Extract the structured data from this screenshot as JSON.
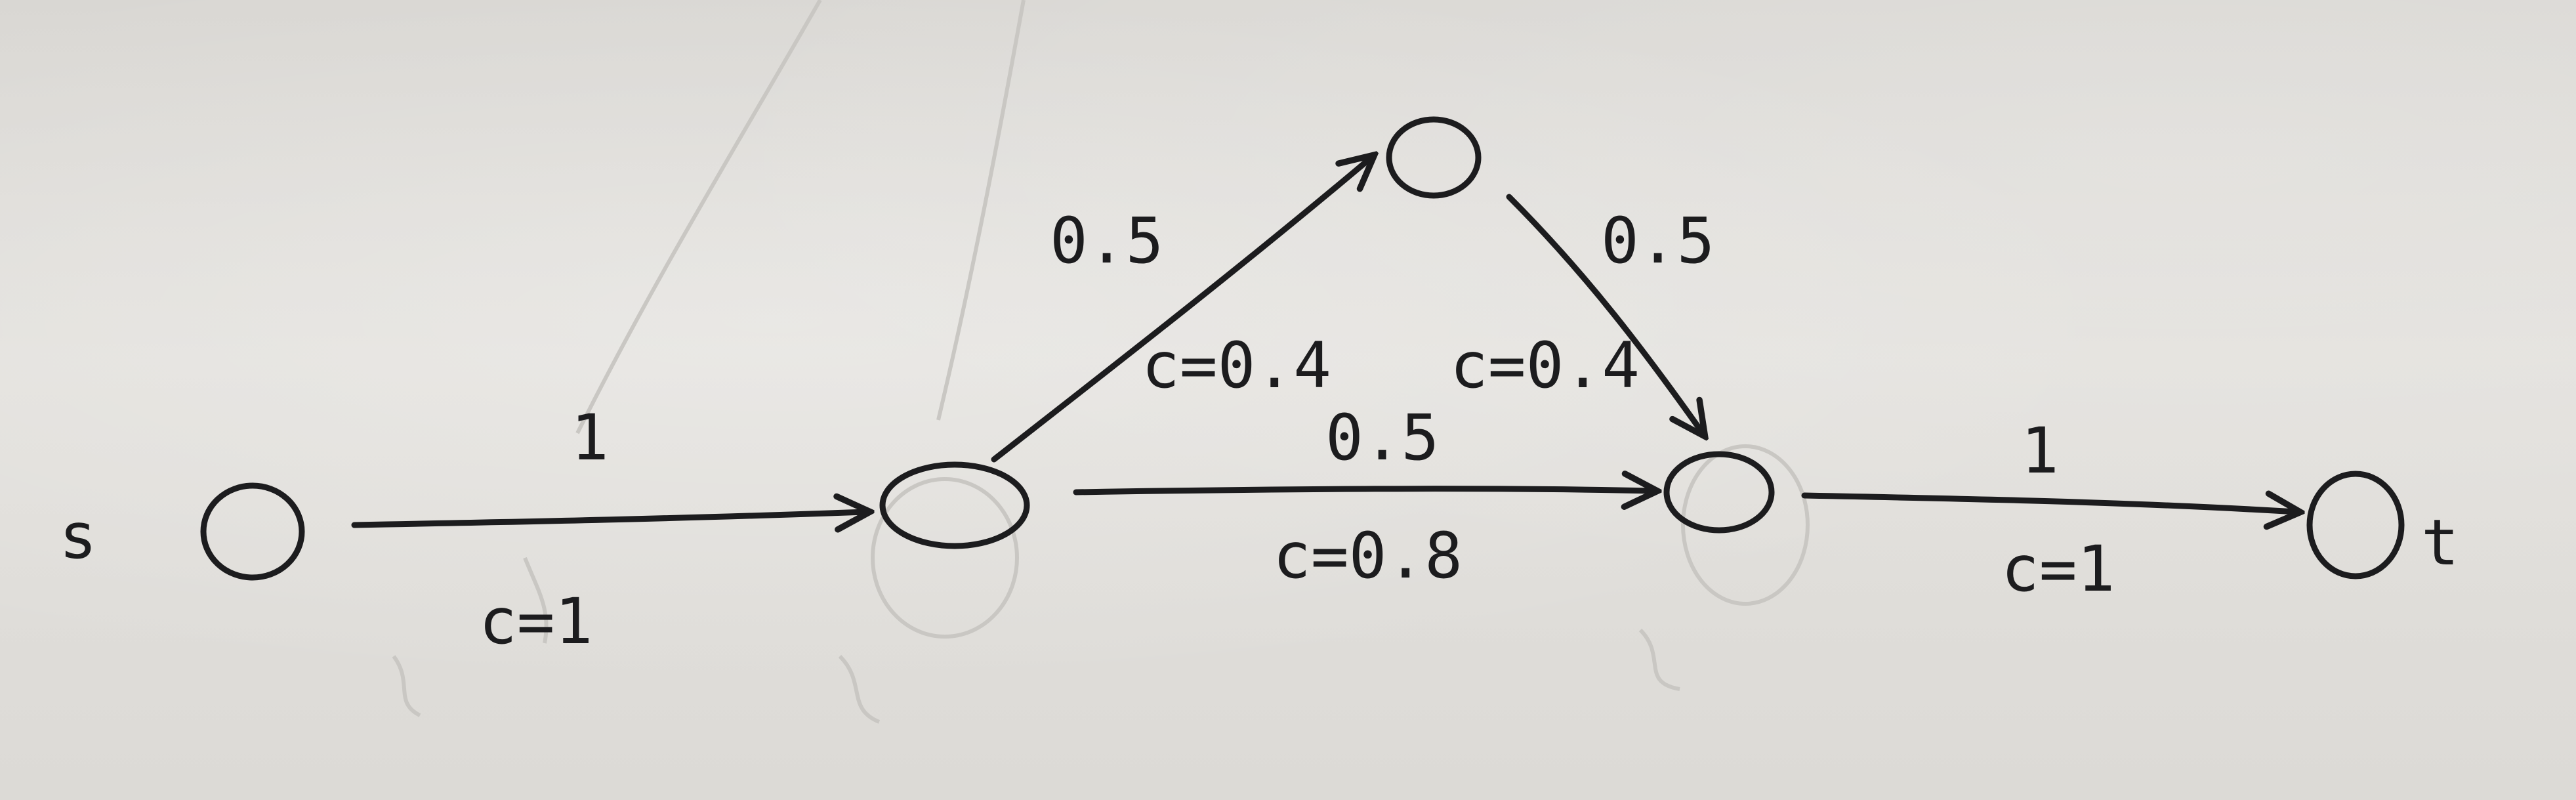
{
  "colors": {
    "paper": "#dedcd8",
    "ink": "#1c1c1e",
    "ghost": "#c9c7c3"
  },
  "nodes": [
    {
      "id": "s",
      "label": "s"
    },
    {
      "id": "a",
      "label": ""
    },
    {
      "id": "b",
      "label": ""
    },
    {
      "id": "c",
      "label": ""
    },
    {
      "id": "t",
      "label": "t"
    }
  ],
  "edges": [
    {
      "id": "s-a",
      "from": "s",
      "to": "a",
      "top_label": "1",
      "bottom_label": "c=1"
    },
    {
      "id": "a-b",
      "from": "a",
      "to": "b",
      "top_label": "0.5",
      "bottom_label": "c=0.4"
    },
    {
      "id": "b-c",
      "from": "b",
      "to": "c",
      "top_label": "0.5",
      "bottom_label": "c=0.4"
    },
    {
      "id": "a-c",
      "from": "a",
      "to": "c",
      "top_label": "0.5",
      "bottom_label": "c=0.8"
    },
    {
      "id": "c-t",
      "from": "c",
      "to": "t",
      "top_label": "1",
      "bottom_label": "c=1"
    }
  ]
}
